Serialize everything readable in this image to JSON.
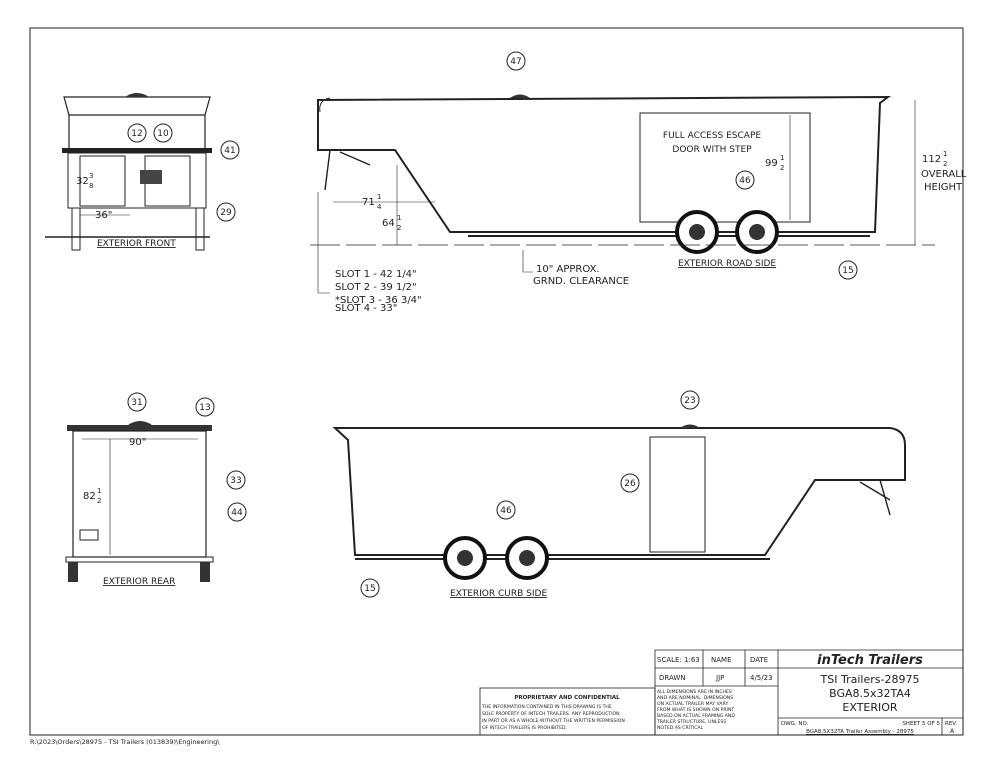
{
  "views": {
    "front": {
      "label": "EXTERIOR FRONT",
      "dims": {
        "height_whole": "32",
        "height_num": "3",
        "height_den": "8",
        "width": "36\""
      },
      "balloons": [
        "12",
        "10",
        "41",
        "29"
      ]
    },
    "rear": {
      "label": "EXTERIOR REAR",
      "dims": {
        "width": "90\"",
        "height_whole": "82",
        "height_num": "1",
        "height_den": "2"
      },
      "balloons": [
        "31",
        "13",
        "33",
        "44"
      ]
    },
    "road_side": {
      "label": "EXTERIOR ROAD SIDE",
      "door_note": [
        "FULL ACCESS ESCAPE",
        "DOOR WITH STEP"
      ],
      "dims": {
        "door_h_whole": "99",
        "door_h_num": "1",
        "door_h_den": "2",
        "overall_whole": "112",
        "overall_num": "1",
        "overall_den": "2",
        "overall_label": [
          "OVERALL",
          "HEIGHT"
        ],
        "neck_whole": "71",
        "neck_num": "1",
        "neck_den": "4",
        "neck_h_whole": "64",
        "neck_h_num": "1",
        "neck_h_den": "2"
      },
      "clearance": [
        "10\" APPROX.",
        "GRND. CLEARANCE"
      ],
      "slots": [
        "SLOT 1 - 42 1/4\"",
        "SLOT 2 - 39 1/2\"",
        "*SLOT 3 - 36 3/4\"",
        "SLOT 4 - 33\""
      ],
      "balloons": [
        "47",
        "46",
        "15"
      ]
    },
    "curb_side": {
      "label": "EXTERIOR CURB SIDE",
      "balloons": [
        "23",
        "26",
        "46",
        "15"
      ]
    }
  },
  "title_block": {
    "scale": "SCALE: 1:63",
    "name_h": "NAME",
    "date_h": "DATE",
    "drawn": "DRAWN",
    "name": "JJP",
    "date": "4/5/23",
    "notes": [
      "ALL DIMENSIONS ARE IN INCHES",
      "AND ARE NOMINAL.  DIMENSIONS",
      "ON ACTUAL TRAILER MAY VARY",
      "FROM WHAT IS SHOWN ON PRINT",
      "BASED ON ACTUAL FRAMING AND",
      "TRAILER STRUCTURE, UNLESS",
      "NOTED AS CRITICAL"
    ],
    "company": "inTech Trailers",
    "title": [
      "TSI Trailers-28975",
      "BGA8.5x32TA4",
      "EXTERIOR"
    ],
    "dwg_no_label": "DWG.  NO.",
    "sheet": "SHEET 5 OF 5",
    "rev_label": "REV.",
    "rev": "A",
    "dwg_no": "BGA8.5X32TA Trailer Assembly - 28975"
  },
  "proprietary": {
    "heading": "PROPRIETARY AND CONFIDENTIAL",
    "lines": [
      "THE INFORMATION CONTAINED IN THIS DRAWING IS THE",
      "SOLE PROPERTY OF INTECH TRAILERS.  ANY REPRODUCTION",
      "IN PART OR AS A WHOLE WITHOUT THE WRITTEN PERMISSION",
      "OF INTECH TRAILERS IS  PROHIBITED."
    ]
  },
  "file_path": "R:\\2023\\Orders\\28975 - TSI Trailers (013839)\\Engineering\\"
}
